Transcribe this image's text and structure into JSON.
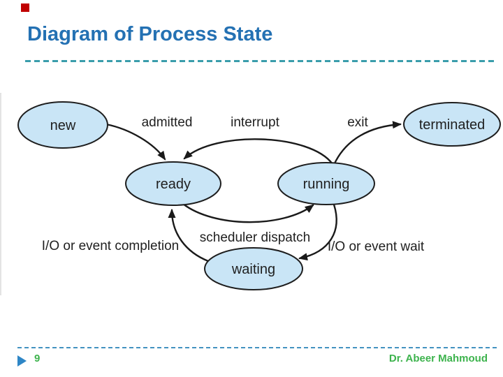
{
  "slide": {
    "title": "Diagram of Process State",
    "page_number": "9",
    "author": "Dr. Abeer Mahmoud"
  },
  "theme": {
    "title_color": "#2471b3",
    "header_divider_color": "#3a9dab",
    "footer_divider_color": "#4392c0",
    "accent_square_color": "#c00000",
    "footer_text_color": "#3db34d",
    "page_marker_triangle_color": "#2e86c6",
    "state_fill": "#c9e5f6",
    "state_stroke": "#1e1e1e",
    "arrow_color": "#1a1a1a",
    "diagram_text_color": "#1f1f1f"
  },
  "icons": {
    "page_marker": "right-triangle"
  },
  "diagram": {
    "type": "process-state-diagram",
    "states": [
      {
        "label": "new"
      },
      {
        "label": "ready"
      },
      {
        "label": "running"
      },
      {
        "label": "waiting"
      },
      {
        "label": "terminated"
      }
    ],
    "transitions": [
      {
        "label": "admitted",
        "from": "new",
        "to": "ready"
      },
      {
        "label": "interrupt",
        "from": "running",
        "to": "ready"
      },
      {
        "label": "exit",
        "from": "running",
        "to": "terminated"
      },
      {
        "label": "scheduler dispatch",
        "from": "ready",
        "to": "running"
      },
      {
        "label": "I/O or event wait",
        "from": "running",
        "to": "waiting"
      },
      {
        "label": "I/O or event completion",
        "from": "waiting",
        "to": "ready"
      }
    ]
  }
}
